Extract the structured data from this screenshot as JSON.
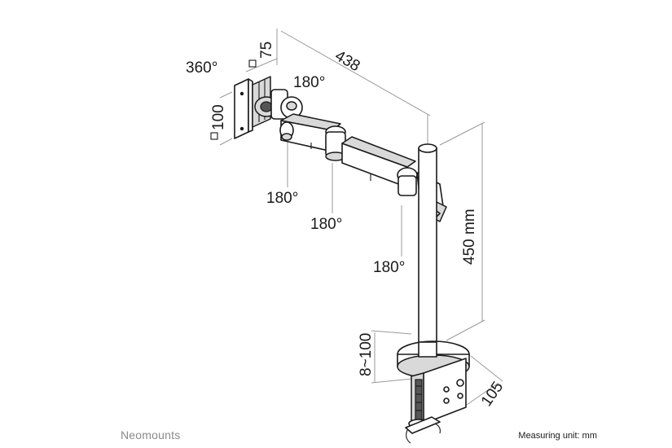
{
  "brand": "Neomounts",
  "footer": {
    "measuring_unit": "Measuring unit: mm"
  },
  "annotations": {
    "rotation": "360°",
    "vesa_small": "75",
    "vesa_large": "100",
    "arm_length": "438",
    "tilt_head": "180°",
    "swivel_1": "180°",
    "swivel_2": "180°",
    "swivel_3": "180°",
    "pole_height": "450 mm",
    "clamp_range": "8~100",
    "clamp_depth": "105"
  }
}
